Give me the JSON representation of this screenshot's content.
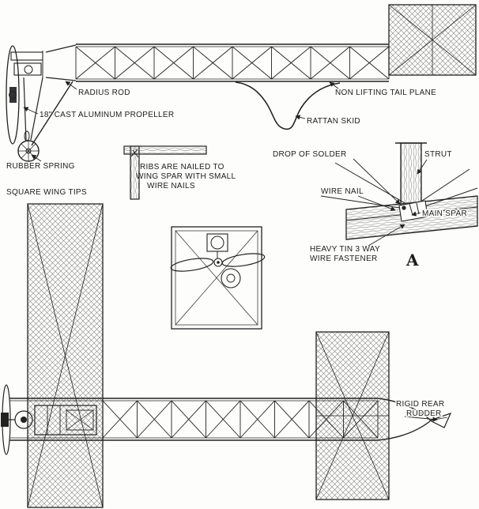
{
  "figure": {
    "side_view": {
      "radius_rod": "RADIUS ROD",
      "propeller": "18\" CAST ALUMINUM PROPELLER",
      "rubber_spring": "RUBBER SPRING",
      "tail_plane": "NON LIFTING TAIL PLANE",
      "rattan_skid": "RATTAN SKID"
    },
    "wing_note": "SQUARE WING TIPS",
    "rib_note": [
      "RIBS ARE NAILED TO",
      "WING SPAR WITH SMALL",
      "WIRE NAILS"
    ],
    "joint_detail": {
      "drop_of_solder": "DROP OF SOLDER",
      "strut": "STRUT",
      "wire_nail": "WIRE NAIL",
      "main_spar": "MAIN SPAR",
      "fastener": [
        "HEAVY TIN 3 WAY",
        "WIRE FASTENER"
      ],
      "detail_letter": "A"
    },
    "plan_view": {
      "rudder": [
        "RIGID REAR",
        "RUDDER"
      ]
    }
  }
}
